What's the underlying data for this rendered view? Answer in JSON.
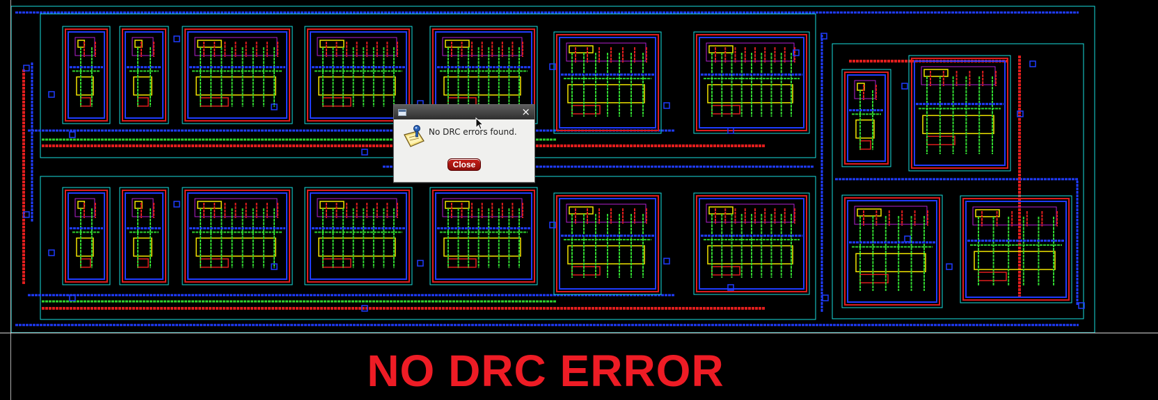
{
  "layout_view": {
    "caption": "NO DRC ERROR",
    "colors": {
      "background": "#000000",
      "cell_boundary": "#19e0e0",
      "metal1": "#1f3cff",
      "metal2": "#e01d1d",
      "poly": "#2fd22f",
      "diffusion": "#f2e600",
      "nwell": "#b41fd2",
      "caption": "#ee1c25"
    }
  },
  "drc_dialog": {
    "message": "No DRC errors found.",
    "close_button": "Close",
    "close_symbol": "×",
    "icon": "info-note-icon"
  }
}
